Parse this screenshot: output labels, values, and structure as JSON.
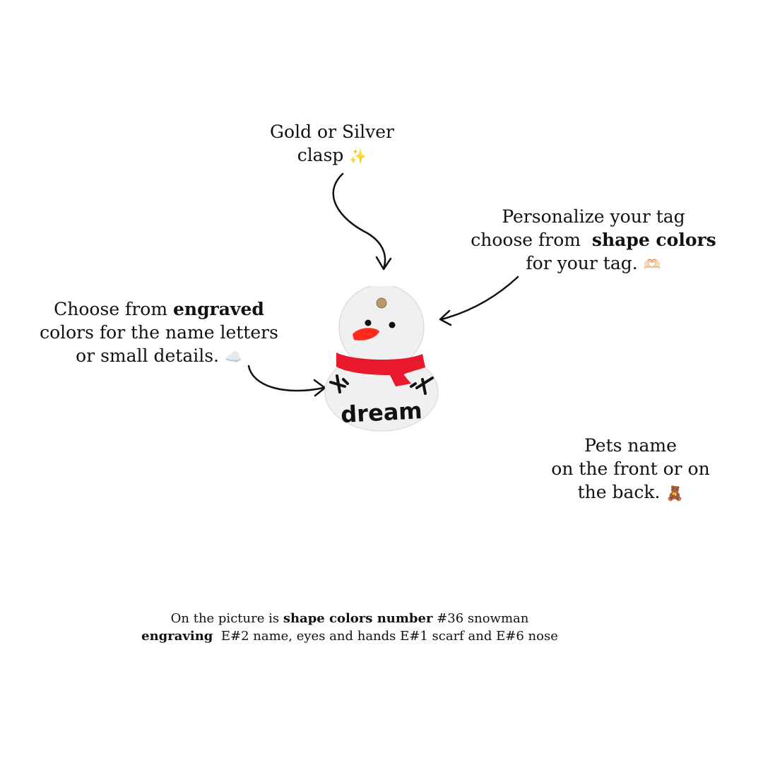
{
  "clasp_note": {
    "line1": "Gold or Silver",
    "line2": "clasp",
    "emoji": "✨"
  },
  "personalize_note": {
    "line1": "Personalize your tag",
    "line2_pre": "choose from",
    "line2_bold": "shape colors",
    "line3": "for your tag.",
    "emoji": "🫶🏻"
  },
  "engraved_note": {
    "line1_pre": "Choose from",
    "line1_bold": "engraved",
    "line2": "colors for the name letters",
    "line3": "or small details.",
    "emoji": "☁️"
  },
  "pets_note": {
    "line1": "Pets name",
    "line2": "on the front or on",
    "line3": "the back.",
    "emoji": "🧸"
  },
  "tag": {
    "engraved_text": "dream",
    "shape_color": "#f0f0f0",
    "scarf_color": "#e8192c",
    "nose_color": "#ff2a1a",
    "engraving_color": "#111111"
  },
  "caption": {
    "line1_pre": "On the picture is",
    "line1_bold": "shape colors number",
    "line1_post": "#36 snowman",
    "line2_bold": "engraving",
    "line2_post": "E#2 name, eyes and hands E#1 scarf and E#6 nose"
  }
}
